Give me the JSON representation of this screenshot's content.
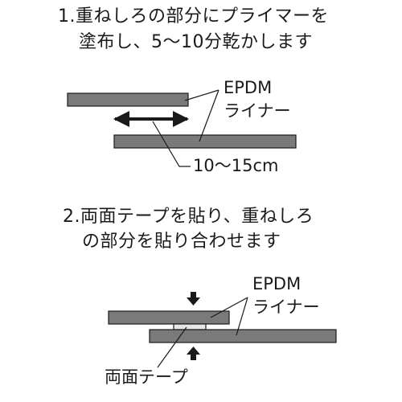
{
  "step1": {
    "line1": "1.重ねしろの部分にプライマーを",
    "line2": "塗布し、5～10分乾かします",
    "label_material_1": "EPDM",
    "label_material_2": "ライナー",
    "label_overlap": "10～15cm"
  },
  "step2": {
    "line1": "2.両面テープを貼り、重ねしろ",
    "line2": "の部分を貼り合わせます",
    "label_material_1": "EPDM",
    "label_material_2": "ライナー",
    "label_tape": "両面テープ"
  },
  "colors": {
    "sheet_fill": "#7a7a7a",
    "line": "#1a1a1a",
    "tape_fill": "#e6e6e6"
  }
}
